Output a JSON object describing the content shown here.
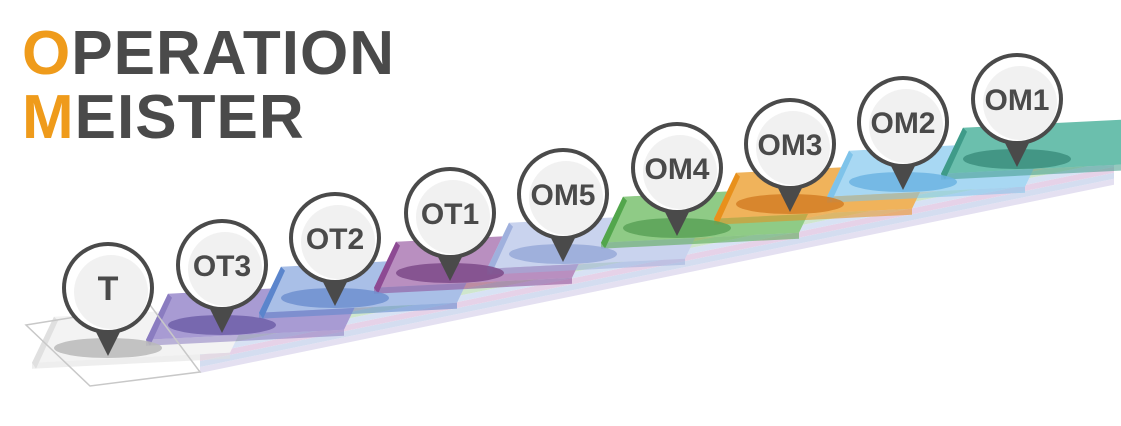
{
  "title": {
    "line1_initial": "O",
    "line1_rest": "PERATION",
    "line2_initial": "M",
    "line2_rest": "EISTER"
  },
  "colors": {
    "title_text": "#4a4a4a",
    "title_initial": "#ef9b1b",
    "pin_ring": "#4a4a4a",
    "pin_face": "#ffffff"
  },
  "steps": [
    {
      "label": "T",
      "top": "#f3f3f3",
      "front": "#e0e0e0",
      "shadow": "#b8b8b8"
    },
    {
      "label": "OT3",
      "top": "#a89bd3",
      "front": "#8a7cc0",
      "shadow": "#6f5fa8"
    },
    {
      "label": "OT2",
      "top": "#a9bfe7",
      "front": "#5b85cc",
      "shadow": "#6e8fcf"
    },
    {
      "label": "OT1",
      "top": "#b98fc0",
      "front": "#8d4a93",
      "shadow": "#7d4a88"
    },
    {
      "label": "OM5",
      "top": "#c9d3ee",
      "front": "#9fb0dd",
      "shadow": "#98a9d8"
    },
    {
      "label": "OM4",
      "top": "#8fcb86",
      "front": "#52a64c",
      "shadow": "#5aa257"
    },
    {
      "label": "OM3",
      "top": "#f0b35b",
      "front": "#e8901c",
      "shadow": "#d47e26"
    },
    {
      "label": "OM2",
      "top": "#a8d8f3",
      "front": "#7ec3ea",
      "shadow": "#6cb4e2"
    },
    {
      "label": "OM1",
      "top": "#6bbfad",
      "front": "#3f9b89",
      "shadow": "#3c8e7e"
    }
  ]
}
